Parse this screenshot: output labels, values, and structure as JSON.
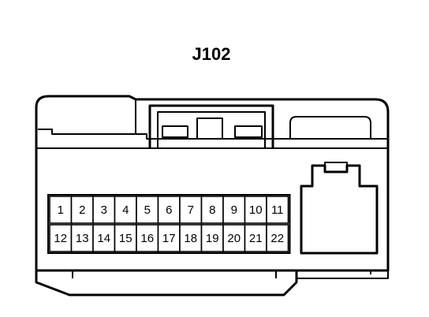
{
  "connector": {
    "title": "J102",
    "pin_rows": [
      [
        "1",
        "2",
        "3",
        "4",
        "5",
        "6",
        "7",
        "8",
        "9",
        "10",
        "11"
      ],
      [
        "12",
        "13",
        "14",
        "15",
        "16",
        "17",
        "18",
        "19",
        "20",
        "21",
        "22"
      ]
    ]
  }
}
